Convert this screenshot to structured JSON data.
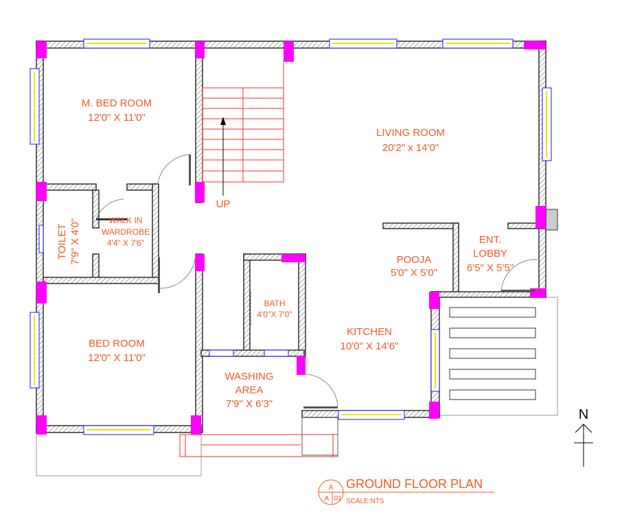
{
  "rooms": {
    "master_bedroom": {
      "name": "M. BED ROOM",
      "size": "12'0\" X 11'0\""
    },
    "living_room": {
      "name": "LIVING ROOM",
      "size": "20'2\" x 14'0\""
    },
    "toilet": {
      "name": "TOILET",
      "size": "7'9\" X 4'0\""
    },
    "walk_in_wardrobe": {
      "name_line1": "WALK IN",
      "name_line2": "WARDROBE",
      "size": "4'4\" X 7'6\""
    },
    "pooja": {
      "name": "POOJA",
      "size": "5'0\" X 5'0\""
    },
    "ent_lobby": {
      "name_line1": "ENT.",
      "name_line2": "LOBBY",
      "size": "6'5\" X 5'5\""
    },
    "bath": {
      "name": "BATH",
      "size": "4'0\"X 7'0\""
    },
    "kitchen": {
      "name": "KITCHEN",
      "size": "10'0\" X 14'6\""
    },
    "bedroom": {
      "name": "BED ROOM",
      "size": "12'0\" X 11'0\""
    },
    "washing_area": {
      "name_line1": "WASHING",
      "name_line2": "AREA",
      "size": "7'9\" X 6'3\""
    }
  },
  "stairs_label": "UP",
  "north_label": "N",
  "title_block": {
    "title": "GROUND FLOOR PLAN",
    "scale": "SCALE:NTS",
    "bubble_top": "A",
    "bubble_left": "A",
    "bubble_right": "01"
  },
  "colors": {
    "text": "#f15a22",
    "column": "#ff00ff",
    "stair": "#ff2a2a",
    "window_frame": "#1a1aff",
    "window_glass": "#e8e800"
  }
}
